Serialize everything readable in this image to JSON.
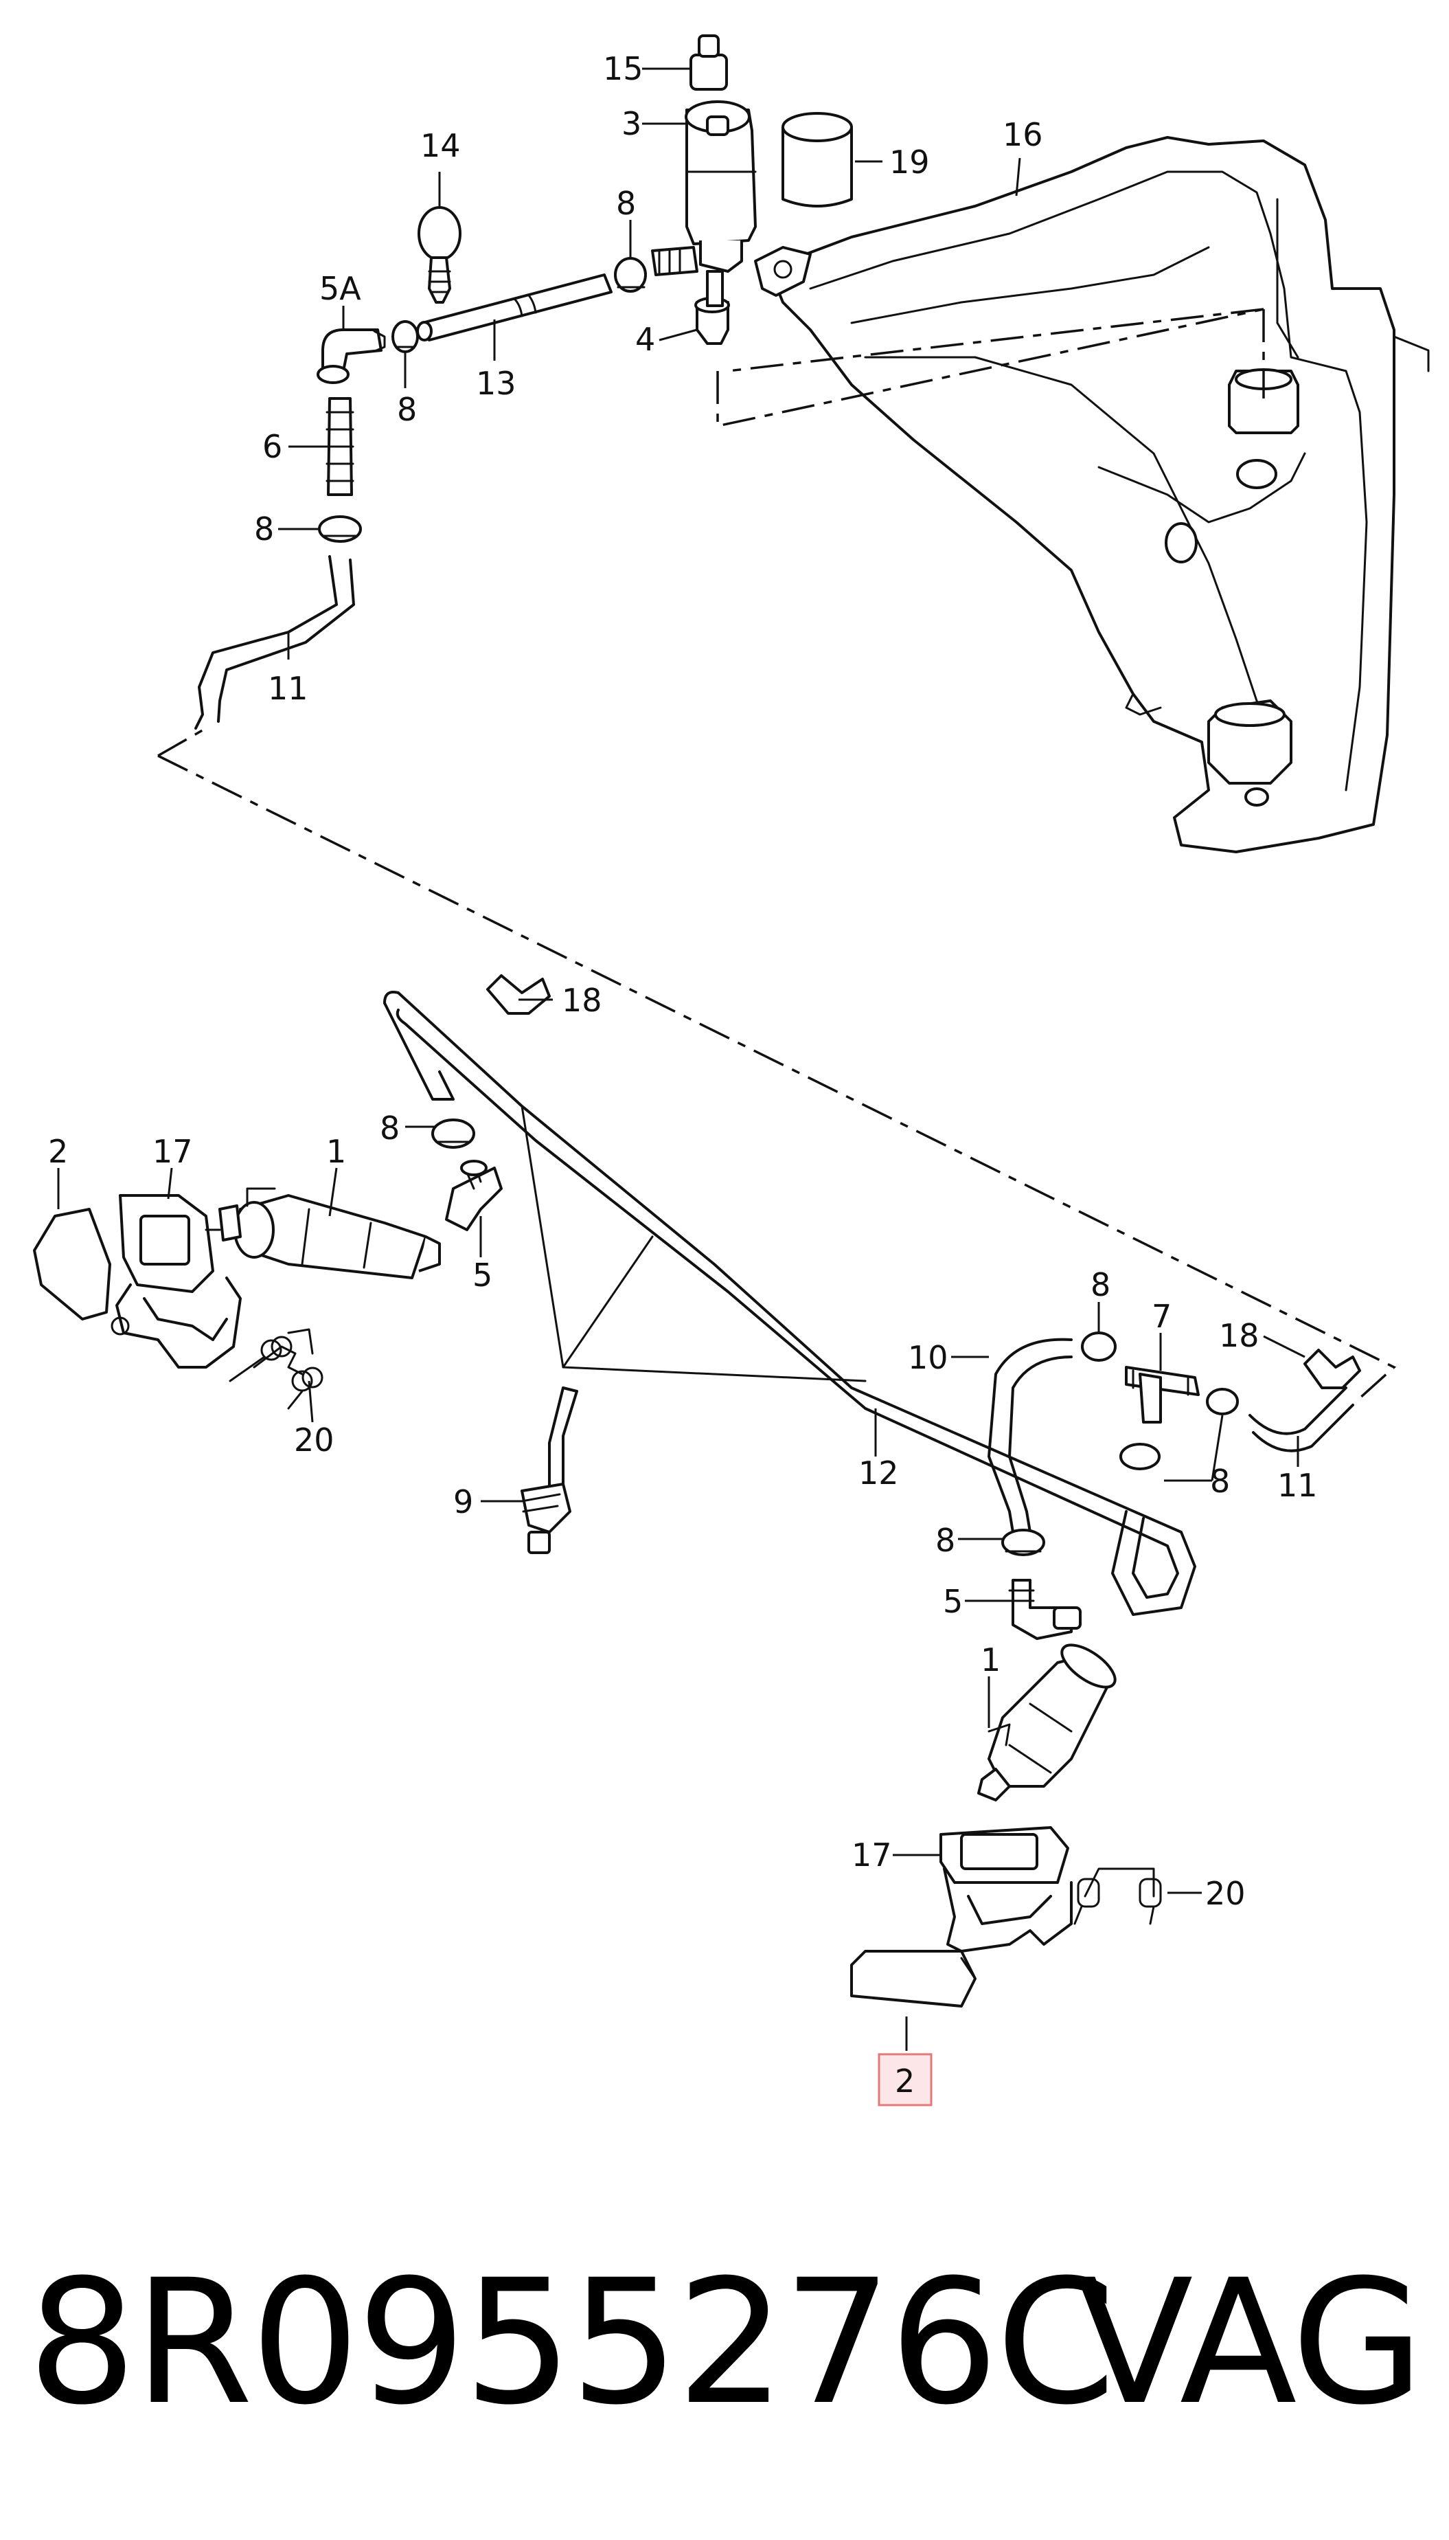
{
  "labels": {
    "p15": "15",
    "p3": "3",
    "p19": "19",
    "p16": "16",
    "p14": "14",
    "p8a": "8",
    "p5a": "5A",
    "p4": "4",
    "p13": "13",
    "p8b": "8",
    "p6": "6",
    "p8c": "8",
    "p11a": "11",
    "p18a": "18",
    "p8d": "8",
    "p2a": "2",
    "p17a": "17",
    "p1a": "1",
    "p5b": "5",
    "p20a": "20",
    "p8e": "8",
    "p7": "7",
    "p18b": "18",
    "p10": "10",
    "p12": "12",
    "p9": "9",
    "p8f": "8",
    "p11b": "11",
    "p8g": "8",
    "p5c": "5",
    "p1b": "1",
    "p17b": "17",
    "p20b": "20",
    "p2b": "2"
  },
  "highlight": {
    "label": "2",
    "color": "#e07a7a",
    "fill": "#fde6e8"
  },
  "footer": {
    "part_number": "8R0955276C",
    "brand": "VAG"
  }
}
